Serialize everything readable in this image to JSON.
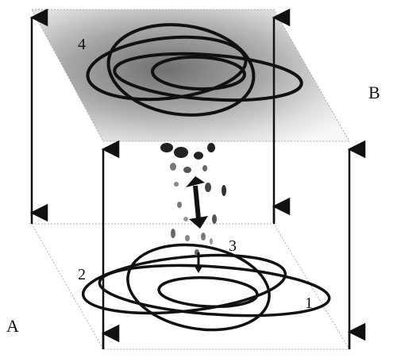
{
  "labels": {
    "plane_a": "A",
    "plane_b": "B"
  },
  "contours": {
    "c1": "1",
    "c2": "2",
    "c3": "3",
    "c4": "4"
  },
  "colors": {
    "ink": "#111111",
    "shade_dark": "#8f8f8f",
    "shade_light": "#f2f2f2",
    "edge": "#999999"
  }
}
